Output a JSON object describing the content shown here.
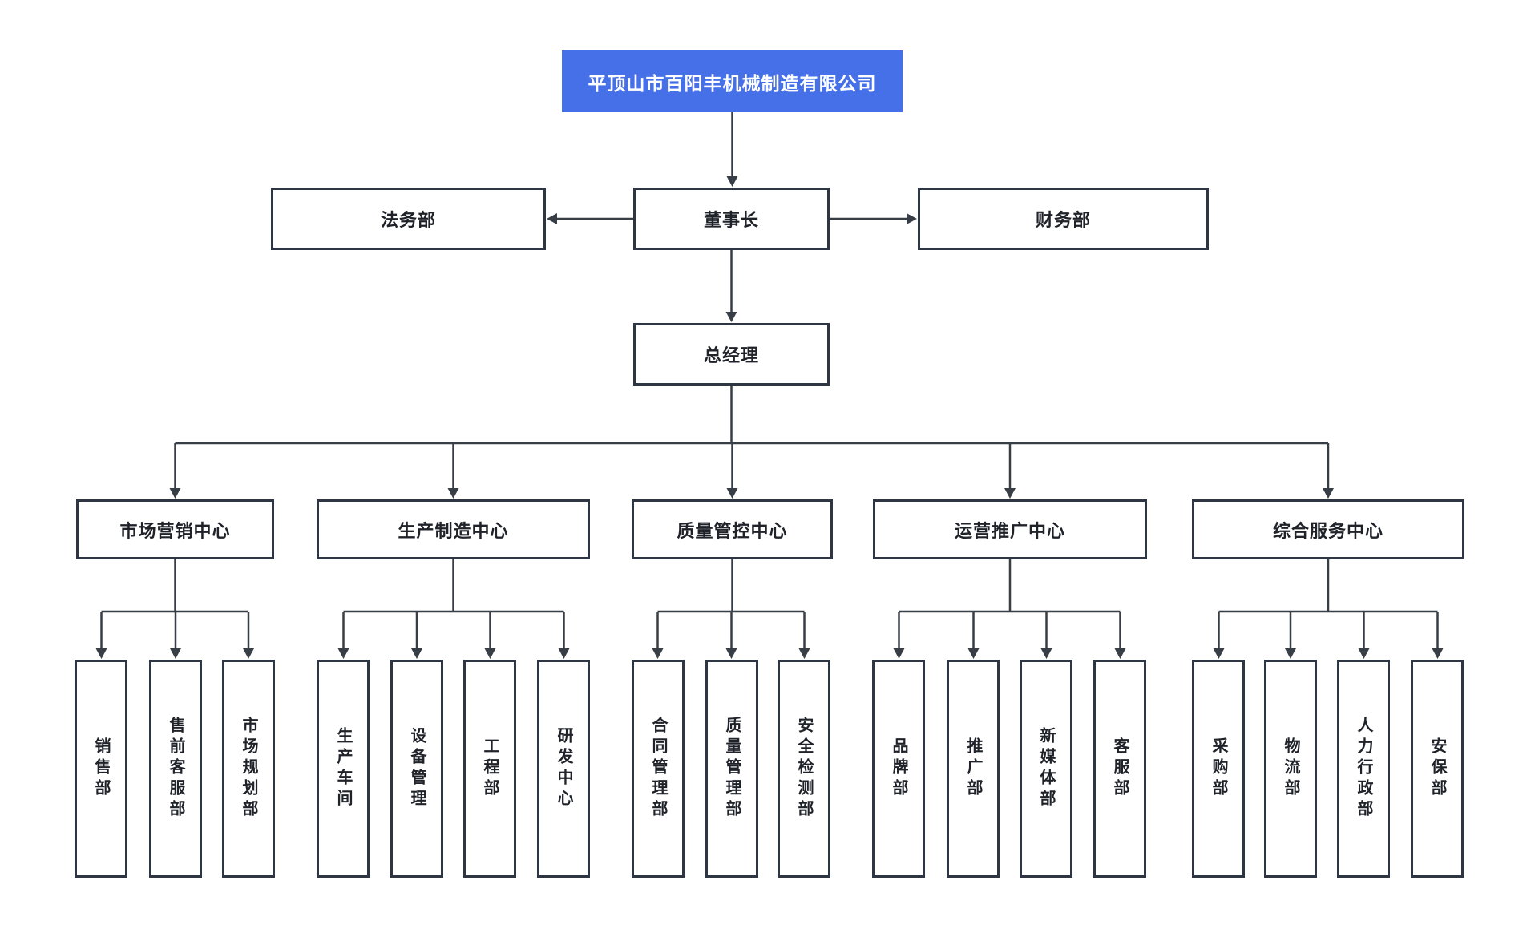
{
  "colors": {
    "root-bg": "#4670e8",
    "root-text": "#ffffff",
    "box-bg": "#ffffff",
    "box-border": "#2d3642",
    "line": "#383e46",
    "text": "#1f2329",
    "canvas-bg": "#ffffff"
  },
  "org": {
    "company": {
      "label": "平顶山市百阳丰机械制造有限公司"
    },
    "legal": {
      "label": "法务部"
    },
    "chairman": {
      "label": "董事长"
    },
    "finance": {
      "label": "财务部"
    },
    "general_manager": {
      "label": "总经理"
    },
    "centers": [
      {
        "label": "市场营销中心",
        "departments": [
          {
            "label": "销售部"
          },
          {
            "label": "售前客服部"
          },
          {
            "label": "市场规划部"
          }
        ]
      },
      {
        "label": "生产制造中心",
        "departments": [
          {
            "label": "生产车间"
          },
          {
            "label": "设备管理"
          },
          {
            "label": "工程部"
          },
          {
            "label": "研发中心"
          }
        ]
      },
      {
        "label": "质量管控中心",
        "departments": [
          {
            "label": "合同管理部"
          },
          {
            "label": "质量管理部"
          },
          {
            "label": "安全检测部"
          }
        ]
      },
      {
        "label": "运营推广中心",
        "departments": [
          {
            "label": "品牌部"
          },
          {
            "label": "推广部"
          },
          {
            "label": "新媒体部"
          },
          {
            "label": "客服部"
          }
        ]
      },
      {
        "label": "综合服务中心",
        "departments": [
          {
            "label": "采购部"
          },
          {
            "label": "物流部"
          },
          {
            "label": "人力行政部"
          },
          {
            "label": "安保部"
          }
        ]
      }
    ]
  }
}
